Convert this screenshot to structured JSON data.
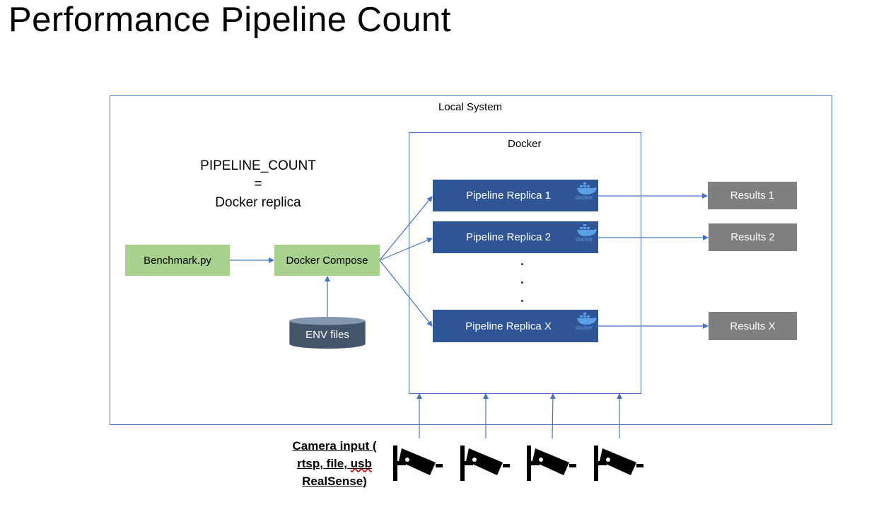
{
  "title": "Performance Pipeline Count",
  "local_system": {
    "label": "Local System"
  },
  "docker": {
    "label": "Docker"
  },
  "equation": {
    "line1": "PIPELINE_COUNT",
    "line2": "=",
    "line3": "Docker replica"
  },
  "benchmark": {
    "label": "Benchmark.py"
  },
  "compose": {
    "label": "Docker Compose"
  },
  "env_files": {
    "label": "ENV files"
  },
  "replicas": [
    {
      "label": "Pipeline Replica 1",
      "logo": "docker-logo-icon",
      "logo_text": "docker"
    },
    {
      "label": "Pipeline Replica 2",
      "logo": "docker-logo-icon",
      "logo_text": "docker"
    },
    {
      "label": "Pipeline Replica X",
      "logo": "docker-logo-icon",
      "logo_text": "docker"
    }
  ],
  "ellipsis": ".",
  "results": [
    {
      "label": "Results 1"
    },
    {
      "label": "Results 2"
    },
    {
      "label": "Results X"
    }
  ],
  "camera_input": {
    "line1": "Camera input (",
    "line2a": "rtsp, file, ",
    "line2b": "usb",
    "line3": "RealSense)",
    "icon": "security-camera-icon",
    "count": 4
  },
  "colors": {
    "accent_blue": "#4472c4",
    "replica_blue": "#2f5597",
    "green": "#a9d18e",
    "gray": "#7f7f7f",
    "cylinder": "#44546a"
  }
}
